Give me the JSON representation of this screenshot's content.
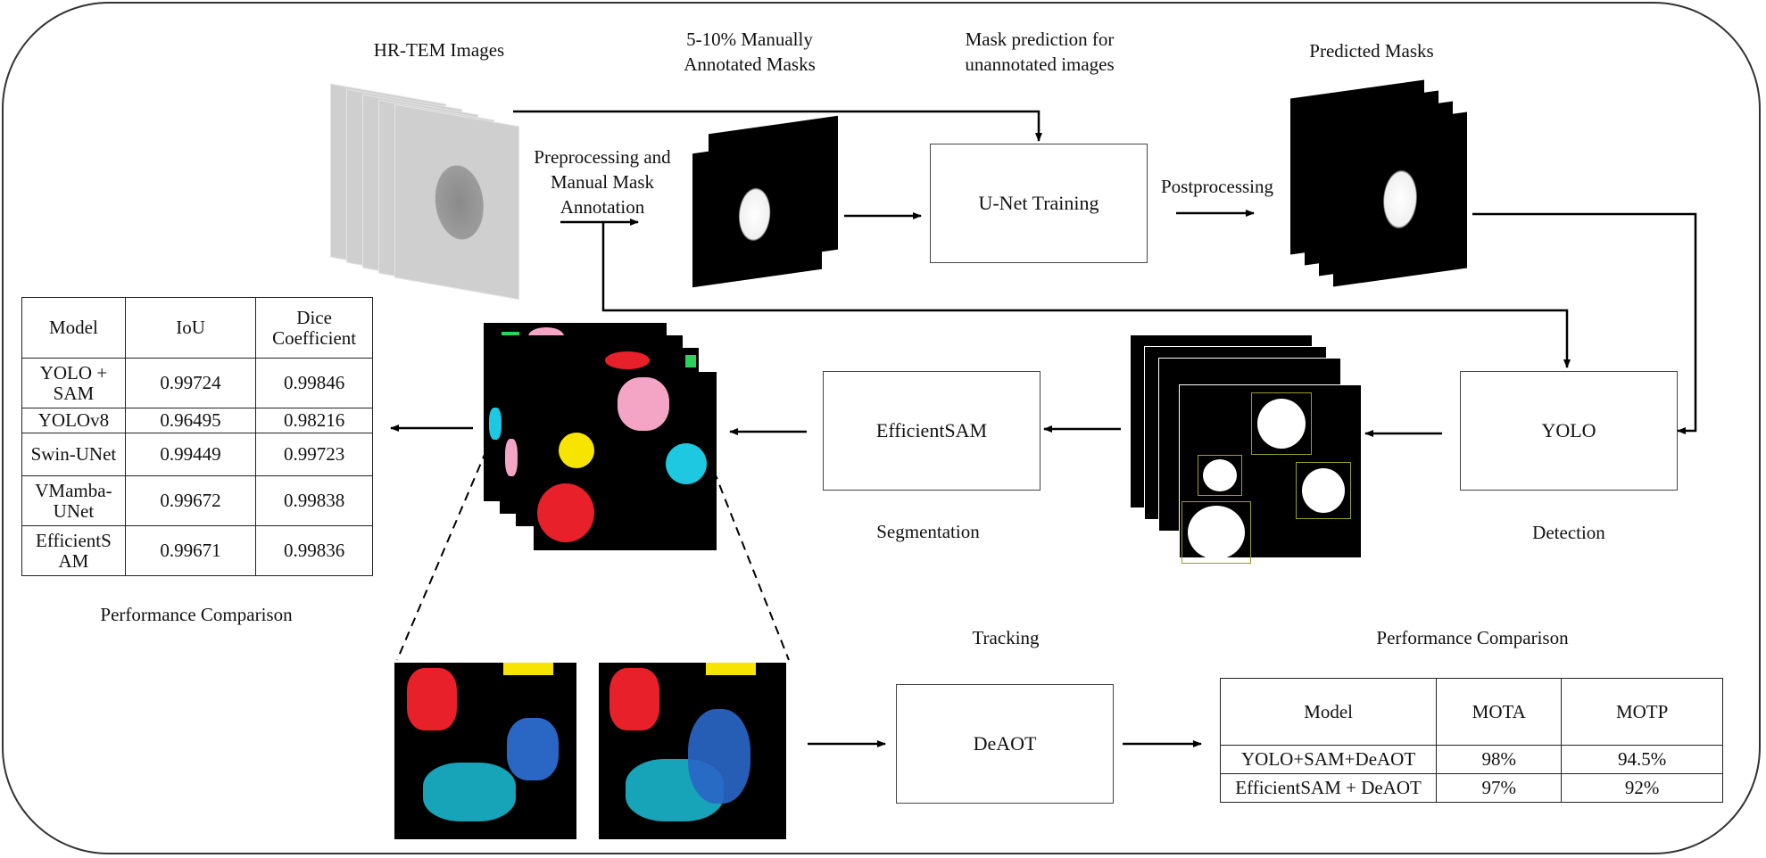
{
  "labels": {
    "hrtem": "HR-TEM Images",
    "manual_masks": "5-10% Manually\nAnnotated Masks",
    "mask_prediction": "Mask prediction for\nunannotated images",
    "predicted_masks": "Predicted Masks",
    "preprocessing": "Preprocessing and\nManual Mask\nAnnotation",
    "postprocessing": "Postprocessing",
    "segmentation": "Segmentation",
    "detection": "Detection",
    "tracking": "Tracking",
    "perf_left": "Performance Comparison",
    "perf_right": "Performance Comparison"
  },
  "boxes": {
    "unet": "U-Net Training",
    "efficientsam": "EfficientSAM",
    "yolo": "YOLO",
    "deaot": "DeAOT"
  },
  "seg_table": {
    "headers": [
      "Model",
      "IoU",
      "Dice\nCoefficient"
    ],
    "rows": [
      [
        "YOLO +\nSAM",
        "0.99724",
        "0.99846"
      ],
      [
        "YOLOv8",
        "0.96495",
        "0.98216"
      ],
      [
        "Swin-UNet",
        "0.99449",
        "0.99723"
      ],
      [
        "VMamba-\nUNet",
        "0.99672",
        "0.99838"
      ],
      [
        "EfficientS\nAM",
        "0.99671",
        "0.99836"
      ]
    ]
  },
  "track_table": {
    "headers": [
      "Model",
      "MOTA",
      "MOTP"
    ],
    "rows": [
      [
        "YOLO+SAM+DeAOT",
        "98%",
        "94.5%"
      ],
      [
        "EfficientSAM + DeAOT",
        "97%",
        "92%"
      ]
    ]
  },
  "colors": {
    "red": "#e8202a",
    "pink": "#f4a5c6",
    "yellow": "#f7e400",
    "cyan": "#1ec8e0",
    "green": "#2ad45a",
    "teal": "#17a3b8",
    "blue": "#2a66c4",
    "detect_box": "#9a9a2a"
  }
}
